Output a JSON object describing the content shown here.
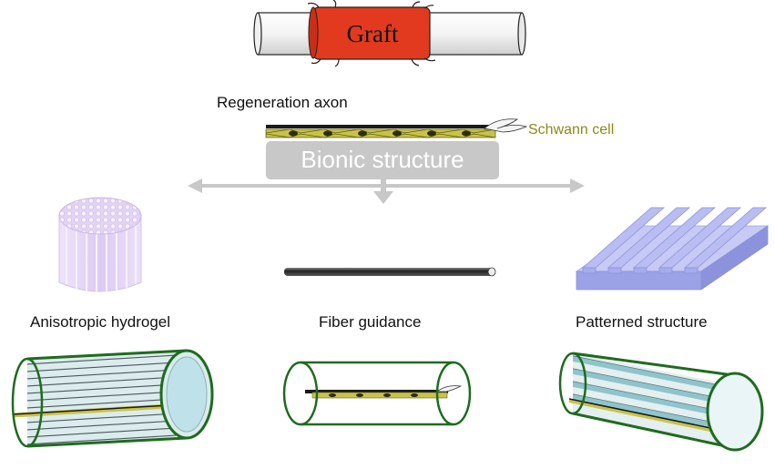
{
  "graft": {
    "label": "Graft",
    "color": "#e23a1f"
  },
  "regeneration_axon": {
    "label": "Regeneration  axon"
  },
  "schwann_cell": {
    "label": "Schwann cell",
    "color": "#8a8a1a"
  },
  "bionic": {
    "label": "Bionic structure",
    "color": "#c8c8c8"
  },
  "captions": {
    "left": "Anisotropic hydrogel",
    "center": "Fiber guidance",
    "right": "Patterned structure"
  },
  "colors": {
    "conduit_outline": "#1f6b1f",
    "hydrogel": "#d8c8ee",
    "patterned": "#aeb4ec",
    "conduit_fill": "#d8ecec"
  }
}
